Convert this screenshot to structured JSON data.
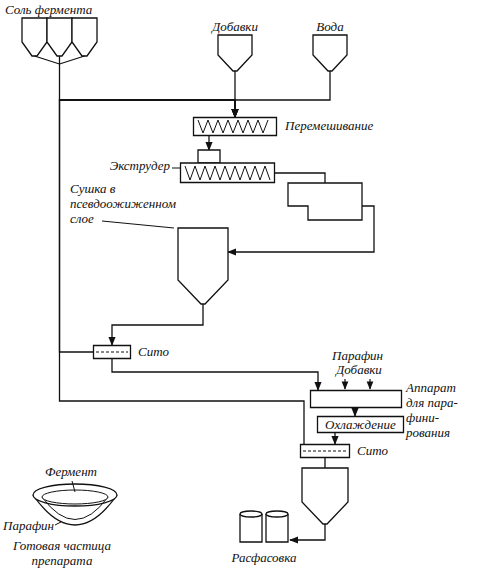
{
  "diagram": {
    "nodes": [
      {
        "text": [
          "Соль фермента"
        ]
      },
      {
        "text": [
          "Добавки"
        ]
      },
      {
        "text": [
          "Вода"
        ]
      },
      {
        "text": [
          "Перемешивание"
        ]
      },
      {
        "text": [
          "Экструдер"
        ]
      },
      {
        "text": [
          "Сушка в псевдоожиженном слое"
        ]
      },
      {
        "text": [
          "Сито"
        ]
      },
      {
        "text": [
          "Аппарат для пара- фини- рования"
        ]
      },
      {
        "text": [
          "Охлаждение"
        ]
      },
      {
        "text": [
          "Сито"
        ]
      },
      {
        "text": [
          "Расфасовка"
        ]
      }
    ],
    "edges": [
      {
        "from": 0,
        "to": 3,
        "arrow": "to"
      },
      {
        "from": 1,
        "to": 3,
        "arrow": "to"
      },
      {
        "from": 2,
        "to": 3,
        "arrow": "to"
      },
      {
        "from": 3,
        "to": 4,
        "arrow": "to"
      },
      {
        "from": 4,
        "to": 5,
        "arrow": "to"
      },
      {
        "from": 5,
        "to": 6,
        "arrow": "to"
      },
      {
        "from": 6,
        "to": 3,
        "arrow": "to"
      },
      {
        "from": 6,
        "to": 7,
        "arrow": "to"
      },
      {
        "from": 7,
        "to": 8,
        "arrow": "to"
      },
      {
        "from": 8,
        "to": 9,
        "arrow": "to"
      },
      {
        "from": 9,
        "to": 3,
        "arrow": "to"
      },
      {
        "from": 9,
        "to": 10,
        "arrow": "to"
      }
    ],
    "labels": [
      "Парафин",
      "Добавки",
      "Фермент",
      "Парафин",
      "Готовая частица препарата"
    ]
  }
}
